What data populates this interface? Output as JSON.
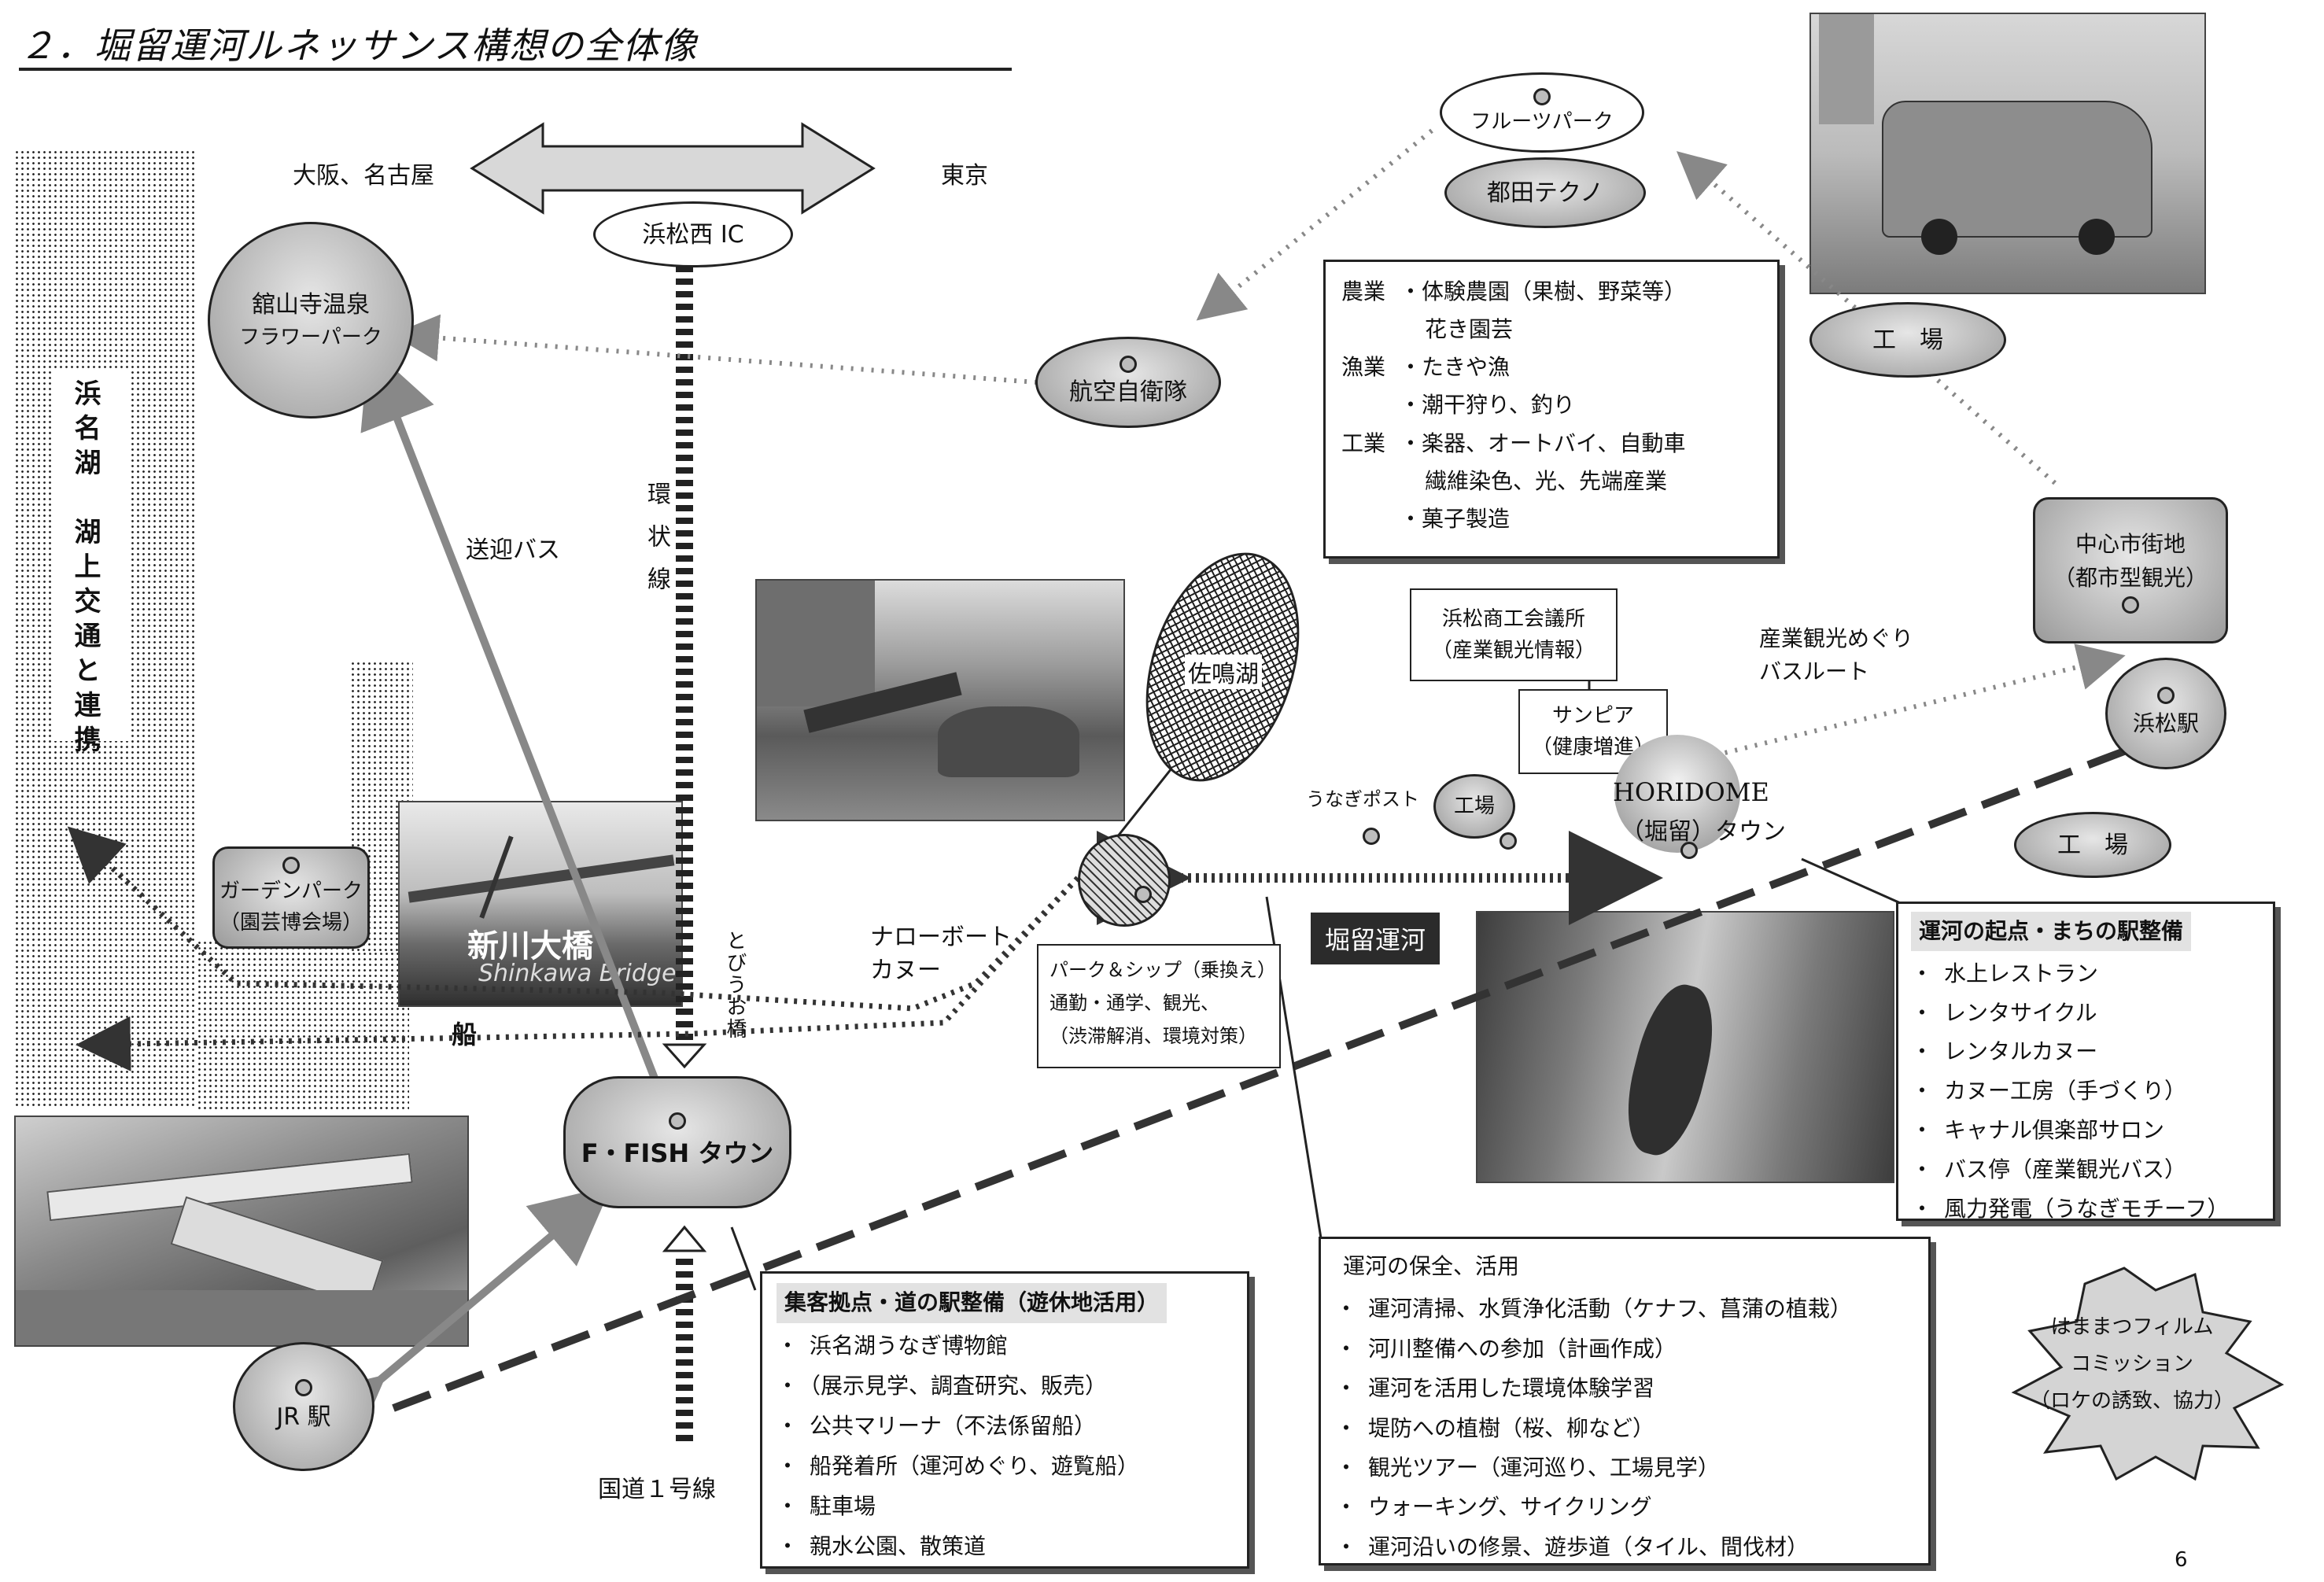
{
  "title": "２．堀留運河ルネッサンス構想の全体像",
  "arrow_west": "大阪、名古屋",
  "arrow_east": "東京",
  "ic": "浜松西 IC",
  "loop_line": "環状線",
  "route1": "国道１号線",
  "lake_vertical": "浜名湖　湖上交通と連携",
  "tateyama": {
    "line1": "舘山寺温泉",
    "line2": "フラワーパーク"
  },
  "bus_label": "送迎バス",
  "boat_label": "船",
  "tobiuo": "とびうお橋",
  "garden": {
    "line1": "ガーデンパーク",
    "line2": "（園芸博会場）"
  },
  "bridge_photo": {
    "caption": "新川大橋",
    "sub": "Shinkawa Bridge"
  },
  "ffish": "F・FISH タウン",
  "jr": "JR 駅",
  "narrowboat": {
    "line1": "ナローボート",
    "line2": "カヌー"
  },
  "sanaru": "佐鳴湖",
  "park_ship": {
    "line1": "パーク＆シップ（乗換え）",
    "line2": "通勤・通学、観光、",
    "line3": "（渋滞解消、環境対策）"
  },
  "koku": "航空自衛隊",
  "fruits": "フルーツパーク",
  "tsuda": "都田テクノ",
  "industry_box": [
    {
      "head": "農業",
      "items": [
        "・体験農園（果樹、野菜等）",
        "花き園芸"
      ]
    },
    {
      "head": "漁業",
      "items": [
        "・たきや漁",
        "・潮干狩り、釣り"
      ]
    },
    {
      "head": "工業",
      "items": [
        "・楽器、オートバイ、自動車",
        "繊維染色、光、先端産業",
        "・菓子製造"
      ]
    }
  ],
  "factory": "工　場",
  "factory_small": "工場",
  "chamber": {
    "line1": "浜松商工会議所",
    "line2": "（産業観光情報）"
  },
  "sunpia": {
    "line1": "サンピア",
    "line2": "（健康増進）"
  },
  "unagi_post": "うなぎポスト",
  "horidome_town": {
    "line1": "HORIDOME",
    "line2": "（堀留）タウン"
  },
  "horidome_canal": "堀留運河",
  "bus_route": {
    "line1": "産業観光めぐり",
    "line2": "バスルート"
  },
  "central": {
    "line1": "中心市街地",
    "line2": "（都市型観光）"
  },
  "hamamatsu_st": "浜松駅",
  "canal_start": {
    "title": "運河の起点・まちの駅整備",
    "items": [
      "水上レストラン",
      "レンタサイクル",
      "レンタルカヌー",
      "カヌー工房（手づくり）",
      "キャナル倶楽部サロン",
      "バス停（産業観光バス）",
      "風力発電（うなぎモチーフ）"
    ]
  },
  "canal_preserve": {
    "title": "運河の保全、活用",
    "items": [
      "運河清掃、水質浄化活動（ケナフ、菖蒲の植栽）",
      "河川整備への参加（計画作成）",
      "運河を活用した環境体験学習",
      "堤防への植樹（桜、柳など）",
      "観光ツアー（運河巡り、工場見学）",
      "ウォーキング、サイクリング",
      "運河沿いの修景、遊歩道（タイル、間伐材）"
    ]
  },
  "michi_eki": {
    "title": "集客拠点・道の駅整備（遊休地活用）",
    "items": [
      "浜名湖うなぎ博物館",
      "（展示見学、調査研究、販売）",
      "公共マリーナ（不法係留船）",
      "船発着所（運河めぐり、遊覧船）",
      "駐車場",
      "親水公園、散策道"
    ]
  },
  "film": {
    "line1": "はままつフィルム",
    "line2": "コミッション",
    "line3": "（ロケの誘致、協力）"
  },
  "page_number": "6"
}
